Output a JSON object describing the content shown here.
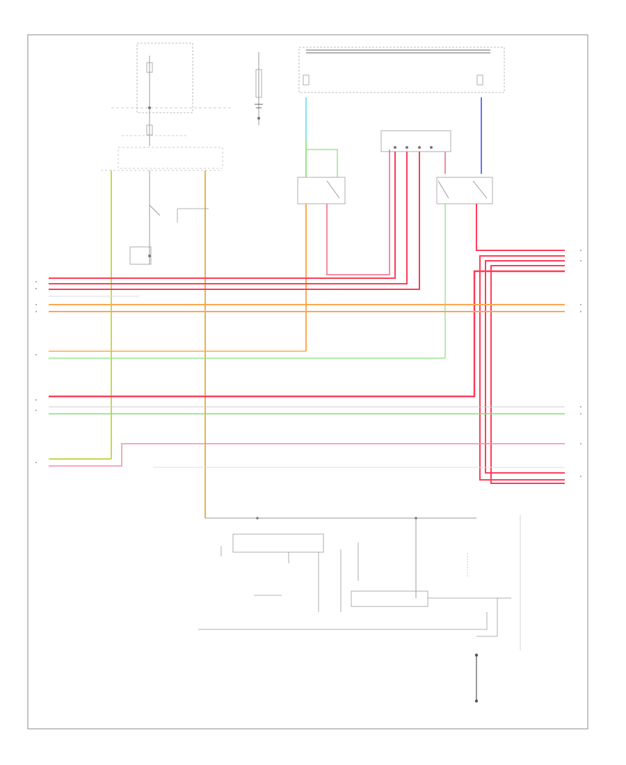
{
  "diagram": {
    "title": "",
    "footer_code": "",
    "colors": {
      "red": "#ff3b57",
      "pink": "#f58aa0",
      "orange": "#ffa64d",
      "yellow_orange": "#e9b24c",
      "yellow_green": "#c8d84a",
      "green": "#9be58d",
      "light_green": "#7ee07a",
      "cyan": "#7fe4f2",
      "blue": "#6b6bff",
      "frame": "#777777",
      "wire_gray": "#999999"
    },
    "wires": [
      {
        "id": "w1",
        "color": "red",
        "label": ""
      },
      {
        "id": "w2",
        "color": "red",
        "label": ""
      },
      {
        "id": "w3",
        "color": "red",
        "label": ""
      },
      {
        "id": "w4",
        "color": "orange",
        "label": ""
      },
      {
        "id": "w5",
        "color": "orange",
        "label": ""
      },
      {
        "id": "w6",
        "color": "orange",
        "label": ""
      },
      {
        "id": "w7",
        "color": "green",
        "label": ""
      },
      {
        "id": "w8",
        "color": "red",
        "label": ""
      },
      {
        "id": "w9",
        "color": "light_green",
        "label": ""
      },
      {
        "id": "w10",
        "color": "pink",
        "label": ""
      }
    ],
    "components": [
      {
        "id": "fuse_box_top_left",
        "label": ""
      },
      {
        "id": "battery",
        "label": ""
      },
      {
        "id": "fuse_box_top_right",
        "label": ""
      },
      {
        "id": "relay_left",
        "label": ""
      },
      {
        "id": "relay_right",
        "label": ""
      },
      {
        "id": "connector_block",
        "label": ""
      },
      {
        "id": "bottom_module_left",
        "label": ""
      },
      {
        "id": "bottom_module_right",
        "label": ""
      },
      {
        "id": "ground",
        "label": ""
      }
    ]
  }
}
